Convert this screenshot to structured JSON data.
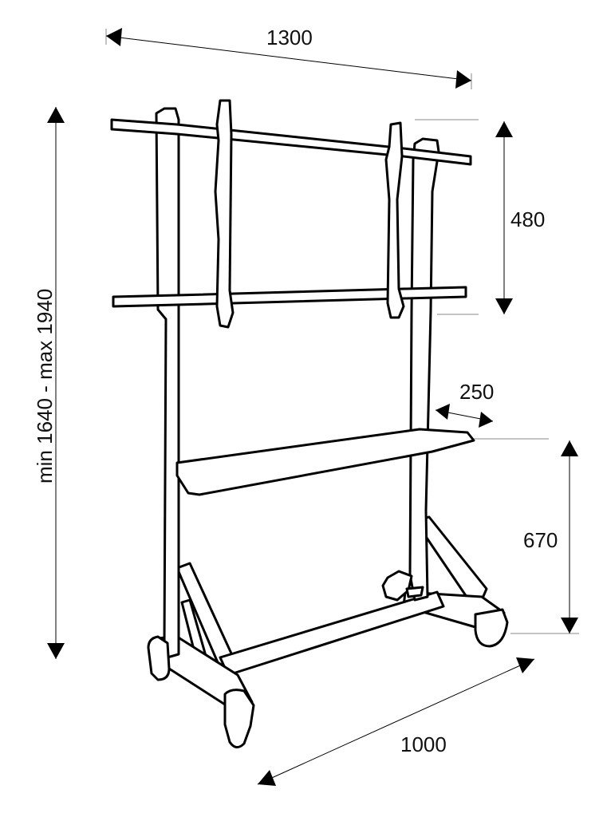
{
  "dimensions": {
    "width_top": "1300",
    "screen_height": "480",
    "shelf_depth": "250",
    "shelf_height": "670",
    "overall_height": "min 1640 - max 1940",
    "base_depth": "1000"
  },
  "colors": {
    "line": "#000000",
    "extension": "#8a8a8a",
    "background": "#ffffff"
  }
}
